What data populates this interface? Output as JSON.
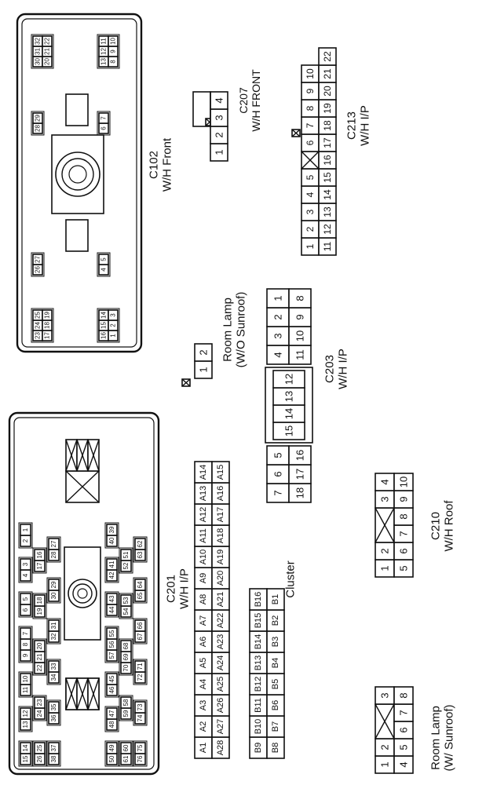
{
  "connectors": {
    "c201": {
      "name": "C201",
      "sub": "W/H I/P",
      "upper_top": [
        [
          "15",
          "14"
        ],
        [
          "13",
          "12"
        ],
        [
          "11",
          "10"
        ],
        [
          "9",
          "8",
          "7"
        ],
        [
          "6",
          "5"
        ],
        [
          "4",
          "3"
        ],
        [
          "2",
          "1"
        ]
      ],
      "upper_mid": [
        [
          "26",
          "25"
        ],
        [
          "24",
          "23"
        ],
        [
          "22",
          "21",
          "20"
        ],
        [
          "19",
          "18"
        ],
        [
          "17",
          "16"
        ]
      ],
      "upper_bot": [
        [
          "38",
          "37"
        ],
        [
          "36",
          "35"
        ],
        [
          "34",
          "33"
        ],
        [
          "32",
          "31"
        ],
        [
          "30",
          "29"
        ],
        [
          "28",
          "27"
        ]
      ],
      "lower_top": [
        [
          "50",
          "49"
        ],
        [
          "48",
          "47"
        ],
        [
          "46",
          "45"
        ],
        [
          "57",
          "56",
          "55"
        ],
        [
          "44",
          "43"
        ],
        [
          "42",
          "41"
        ],
        [
          "40",
          "39"
        ]
      ],
      "lower_mid": [
        [
          "61",
          "60"
        ],
        [
          "59",
          "58"
        ],
        [
          "70",
          "69",
          "68"
        ],
        [
          "54",
          "53"
        ],
        [
          "52",
          "51"
        ]
      ],
      "lower_bot": [
        [
          "76",
          "75"
        ],
        [
          "74",
          "73"
        ],
        [
          "72",
          "71"
        ],
        [
          "67",
          "66"
        ],
        [
          "65",
          "64"
        ],
        [
          "63",
          "62"
        ]
      ]
    },
    "c102": {
      "name": "C102",
      "sub": "W/H Front",
      "top_left": [
        [
          "23",
          "24",
          "25"
        ],
        [
          "17",
          "18",
          "19"
        ]
      ],
      "top_mid": [
        [
          "26",
          "27"
        ]
      ],
      "top_mid2": [
        [
          "28",
          "29"
        ]
      ],
      "top_right": [
        [
          "30",
          "31",
          "32"
        ],
        [
          "20",
          "21",
          "22"
        ]
      ],
      "bot_left": [
        [
          "16",
          "15",
          "14"
        ],
        [
          "1",
          "2",
          "3"
        ]
      ],
      "bot_mid": [
        [
          "4",
          "5"
        ]
      ],
      "bot_mid2": [
        [
          "6",
          "7"
        ]
      ],
      "bot_right": [
        [
          "13",
          "12",
          "11"
        ],
        [
          "8",
          "9",
          "10"
        ]
      ]
    },
    "cluster": {
      "name": "Cluster",
      "a_top": [
        "A1",
        "A2",
        "A3",
        "A4",
        "A5",
        "A6",
        "A7",
        "A8",
        "A9",
        "A10",
        "A11",
        "A12",
        "A13",
        "A14"
      ],
      "a_bot": [
        "A28",
        "A27",
        "A26",
        "A25",
        "A24",
        "A23",
        "A22",
        "A21",
        "A20",
        "A19",
        "A18",
        "A17",
        "A16",
        "A15"
      ],
      "b_top": [
        "B9",
        "B10",
        "B11",
        "B12",
        "B13",
        "B14",
        "B15",
        "B16"
      ],
      "b_bot": [
        "B8",
        "B7",
        "B6",
        "B5",
        "B4",
        "B3",
        "B2",
        "B1"
      ]
    },
    "c203": {
      "name": "C203",
      "sub": "W/H I/P",
      "top": [
        "7",
        "6",
        "5",
        "",
        "15",
        "14",
        "13",
        "12",
        "4",
        "3",
        "2",
        "1"
      ],
      "bot": [
        "18",
        "17",
        "16",
        "",
        "",
        "",
        "",
        "",
        "11",
        "10",
        "9",
        "8"
      ]
    },
    "room_lamp_no_sunroof": {
      "name": "Room Lamp",
      "sub": "(W/O Sunroof)",
      "pins": [
        "1",
        "2"
      ]
    },
    "c207": {
      "name": "C207",
      "sub": "W/H FRONT",
      "pins": [
        "1",
        "2",
        "3",
        "4"
      ]
    },
    "c213": {
      "name": "C213",
      "sub": "W/H I/P",
      "top": [
        "1",
        "2",
        "3",
        "4",
        "5",
        "",
        "6",
        "7",
        "8",
        "9",
        "10"
      ],
      "bot": [
        "11",
        "12",
        "13",
        "14",
        "15",
        "16",
        "17",
        "18",
        "19",
        "20",
        "21",
        "22"
      ]
    },
    "room_lamp_sunroof": {
      "name": "Room Lamp",
      "sub": "(W/ Sunroof)",
      "top": [
        "1",
        "2",
        "",
        "3"
      ],
      "bot": [
        "4",
        "5",
        "6",
        "7",
        "8"
      ]
    },
    "c210": {
      "name": "C210",
      "sub": "W/H Roof",
      "top": [
        "1",
        "2",
        "",
        "3",
        "4"
      ],
      "bot": [
        "5",
        "6",
        "7",
        "8",
        "9",
        "10"
      ]
    }
  }
}
